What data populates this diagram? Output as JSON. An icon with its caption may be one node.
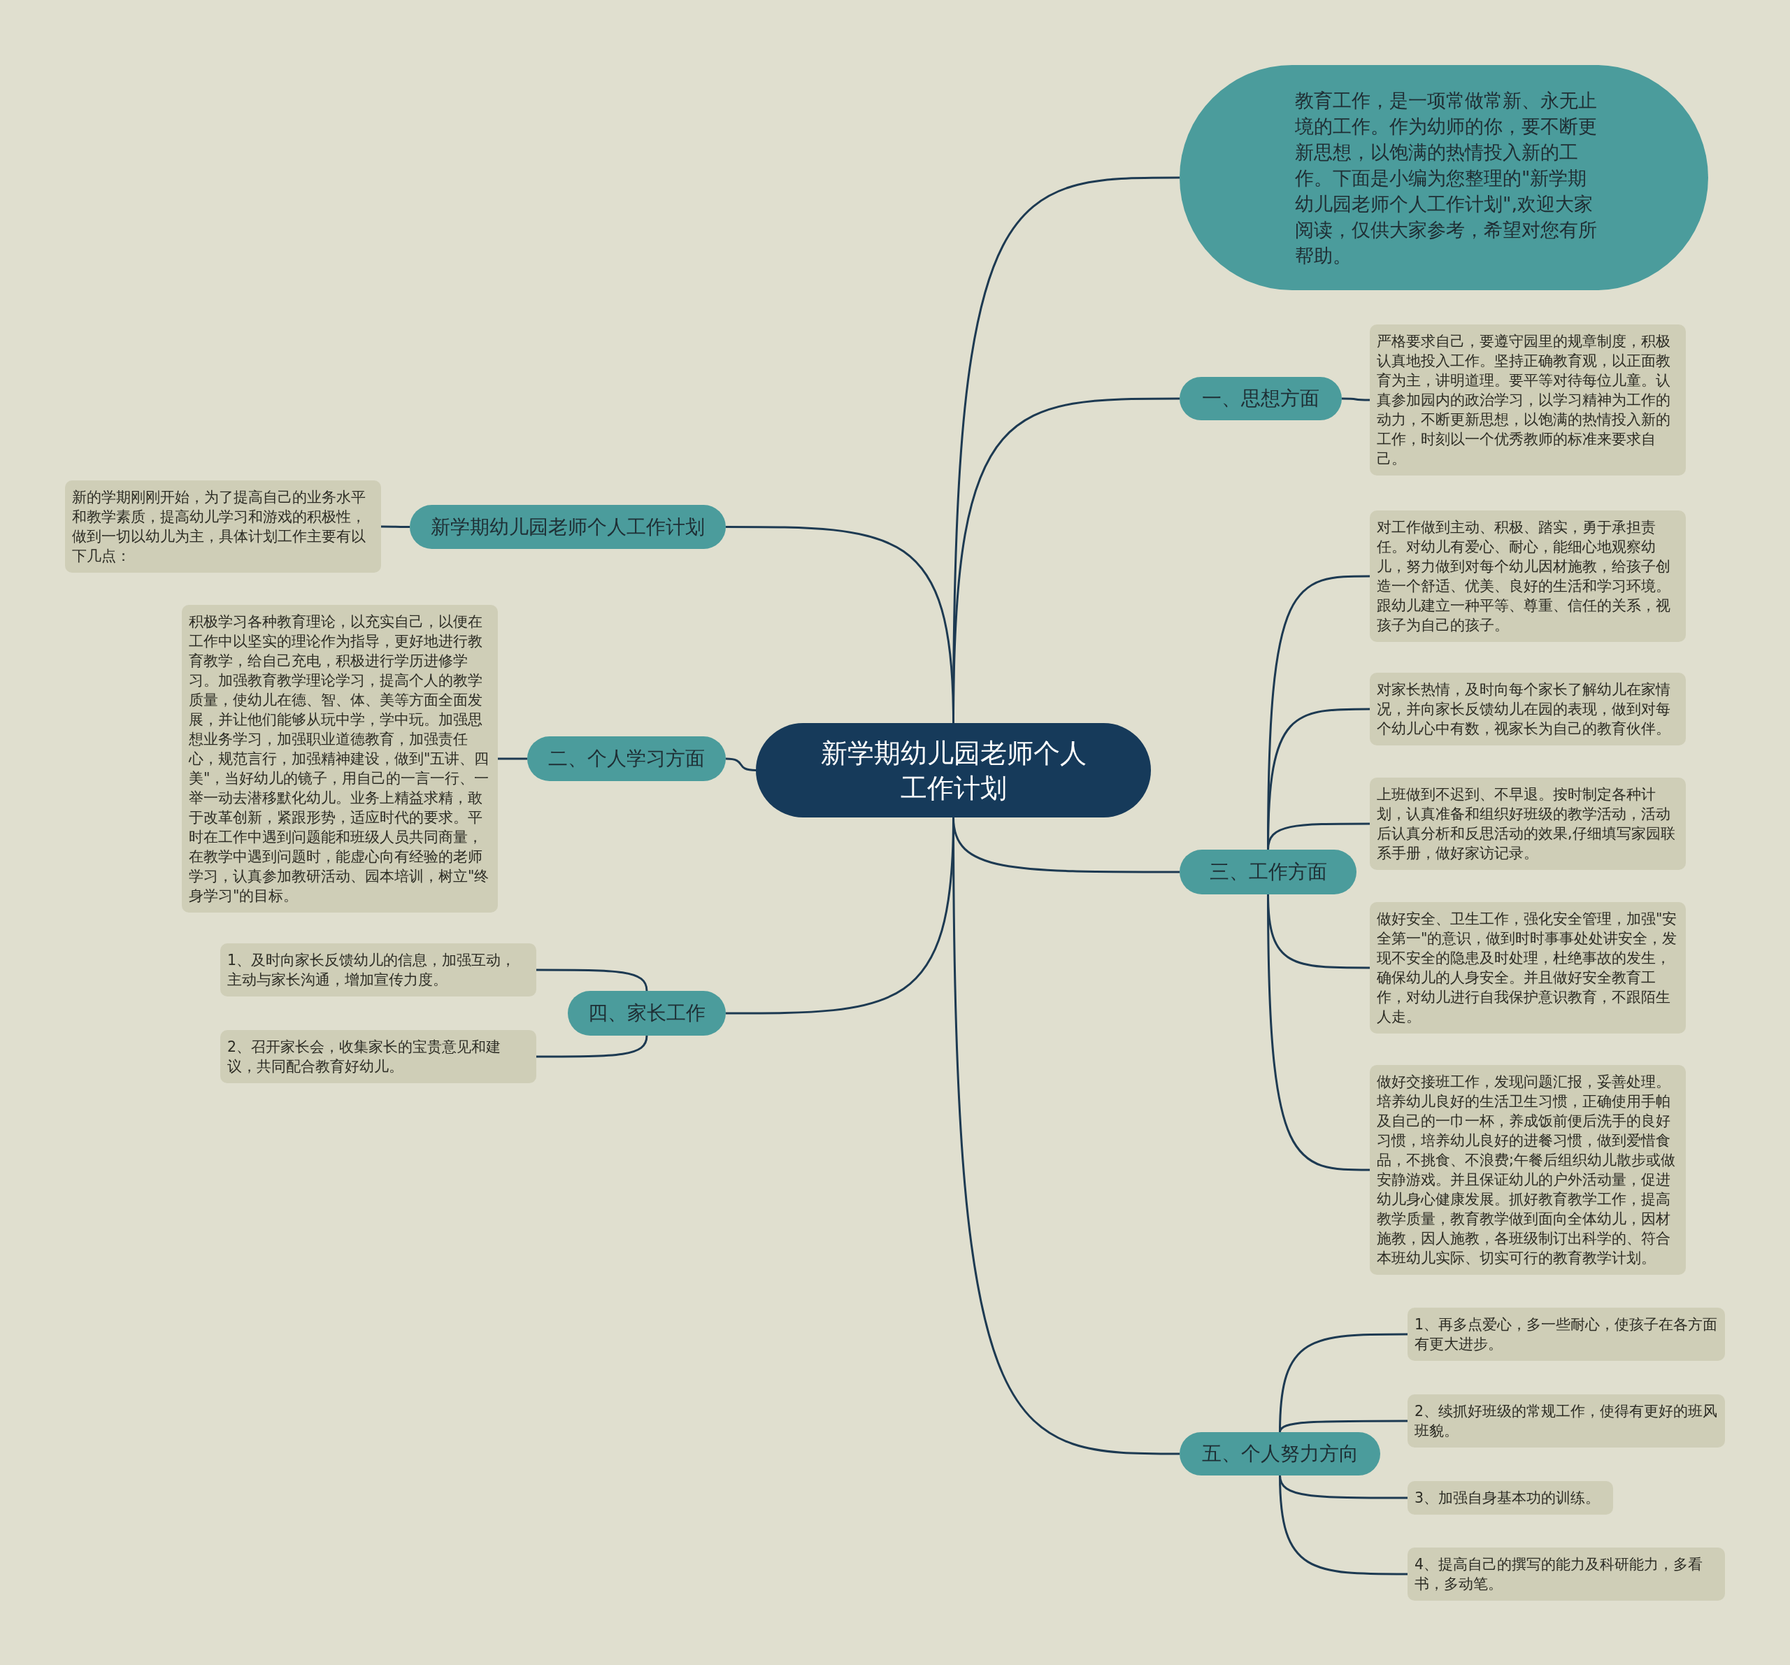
{
  "diagram": {
    "nodes": [
      {
        "text": [
          "新学期幼儿园老师个人工作计划"
        ]
      },
      {
        "text": [
          "教育工作，是一项常做常新、永无止境的工作。作为幼师的你，要不断更新思想，以饱满的热情投入新的工作。下面是小编为您整理的\"新学期幼儿园老师个人工作计划\",欢迎大家阅读，仅供大家参考，希望对您有所帮助。"
        ]
      },
      {
        "text": [
          "一、思想方面"
        ]
      },
      {
        "text": [
          "严格要求自己，要遵守园里的规章制度，积极认真地投入工作。坚持正确教育观，以正面教育为主，讲明道理。要平等对待每位儿童。认真参加园内的政治学习，以学习精神为工作的动力，不断更新思想，以饱满的热情投入新的工作，时刻以一个优秀教师的标准来要求自己。"
        ]
      },
      {
        "text": [
          "新学期幼儿园老师个人工作计划"
        ]
      },
      {
        "text": [
          "新的学期刚刚开始，为了提高自己的业务水平和教学素质，提高幼儿学习和游戏的积极性，做到一切以幼儿为主，具体计划工作主要有以下几点："
        ]
      },
      {
        "text": [
          "二、个人学习方面"
        ]
      },
      {
        "text": [
          "积极学习各种教育理论，以充实自己，以便在工作中以坚实的理论作为指导，更好地进行教育教学，给自己充电，积极进行学历进修学习。加强教育教学理论学习，提高个人的教学质量，使幼儿在德、智、体、美等方面全面发展，并让他们能够从玩中学，学中玩。加强思想业务学习，加强职业道德教育，加强责任心，规范言行，加强精神建设，做到\"五讲、四美\"，当好幼儿的镜子，用自己的一言一行、一举一动去潜移默化幼儿。业务上精益求精，敢于改革创新，紧跟形势，适应时代的要求。平时在工作中遇到问题能和班级人员共同商量，在教学中遇到问题时，能虚心向有经验的老师学习，认真参加教研活动、园本培训，树立\"终身学习\"的目标。"
        ]
      },
      {
        "text": [
          "三、工作方面"
        ]
      },
      {
        "text": [
          "对工作做到主动、积极、踏实，勇于承担责任。对幼儿有爱心、耐心，能细心地观察幼儿，努力做到对每个幼儿因材施教，给孩子创造一个舒适、优美、良好的生活和学习环境。跟幼儿建立一种平等、尊重、信任的关系，视孩子为自己的孩子。"
        ]
      },
      {
        "text": [
          "对家长热情，及时向每个家长了解幼儿在家情况，并向家长反馈幼儿在园的表现，做到对每个幼儿心中有数，视家长为自己的教育伙伴。"
        ]
      },
      {
        "text": [
          "上班做到不迟到、不早退。按时制定各种计划，认真准备和组织好班级的教学活动，活动后认真分析和反思活动的效果,仔细填写家园联系手册，做好家访记录。"
        ]
      },
      {
        "text": [
          "做好安全、卫生工作，强化安全管理，加强\"安全第一\"的意识，做到时时事事处处讲安全，发现不安全的隐患及时处理，杜绝事故的发生，确保幼儿的人身安全。并且做好安全教育工作，对幼儿进行自我保护意识教育，不跟陌生人走。"
        ]
      },
      {
        "text": [
          "做好交接班工作，发现问题汇报，妥善处理。培养幼儿良好的生活卫生习惯，正确使用手帕及自己的一巾一杯，养成饭前便后洗手的良好习惯，培养幼儿良好的进餐习惯，做到爱惜食品，不挑食、不浪费;午餐后组织幼儿散步或做安静游戏。并且保证幼儿的户外活动量，促进幼儿身心健康发展。抓好教育教学工作，提高教学质量，教育教学做到面向全体幼儿，因材施教，因人施教，各班级制订出科学的、符合本班幼儿实际、切实可行的教育教学计划。"
        ]
      },
      {
        "text": [
          "四、家长工作"
        ]
      },
      {
        "text": [
          "1、及时向家长反馈幼儿的信息，加强互动，主动与家长沟通，增加宣传力度。"
        ]
      },
      {
        "text": [
          "2、召开家长会，收集家长的宝贵意见和建议，共同配合教育好幼儿。"
        ]
      },
      {
        "text": [
          "五、个人努力方向"
        ]
      },
      {
        "text": [
          "1、再多点爱心，多一些耐心，使孩子在各方面有更大进步。"
        ]
      },
      {
        "text": [
          "2、续抓好班级的常规工作，使得有更好的班风班貌。"
        ]
      },
      {
        "text": [
          "3、加强自身基本功的训练。"
        ]
      },
      {
        "text": [
          "4、提高自己的撰写的能力及科研能力，多看书，多动笔。"
        ]
      }
    ],
    "edges": [
      {
        "from": 0,
        "to": 1,
        "arrow": "none"
      },
      {
        "from": 0,
        "to": 2,
        "arrow": "none"
      },
      {
        "from": 2,
        "to": 3,
        "arrow": "none"
      },
      {
        "from": 0,
        "to": 4,
        "arrow": "none"
      },
      {
        "from": 4,
        "to": 5,
        "arrow": "none"
      },
      {
        "from": 0,
        "to": 6,
        "arrow": "none"
      },
      {
        "from": 6,
        "to": 7,
        "arrow": "none"
      },
      {
        "from": 0,
        "to": 8,
        "arrow": "none"
      },
      {
        "from": 8,
        "to": 9,
        "arrow": "none"
      },
      {
        "from": 8,
        "to": 10,
        "arrow": "none"
      },
      {
        "from": 8,
        "to": 11,
        "arrow": "none"
      },
      {
        "from": 8,
        "to": 12,
        "arrow": "none"
      },
      {
        "from": 8,
        "to": 13,
        "arrow": "none"
      },
      {
        "from": 0,
        "to": 14,
        "arrow": "none"
      },
      {
        "from": 14,
        "to": 15,
        "arrow": "none"
      },
      {
        "from": 14,
        "to": 16,
        "arrow": "none"
      },
      {
        "from": 0,
        "to": 17,
        "arrow": "none"
      },
      {
        "from": 17,
        "to": 18,
        "arrow": "none"
      },
      {
        "from": 17,
        "to": 19,
        "arrow": "none"
      },
      {
        "from": 17,
        "to": 20,
        "arrow": "none"
      },
      {
        "from": 17,
        "to": 21,
        "arrow": "none"
      }
    ]
  }
}
